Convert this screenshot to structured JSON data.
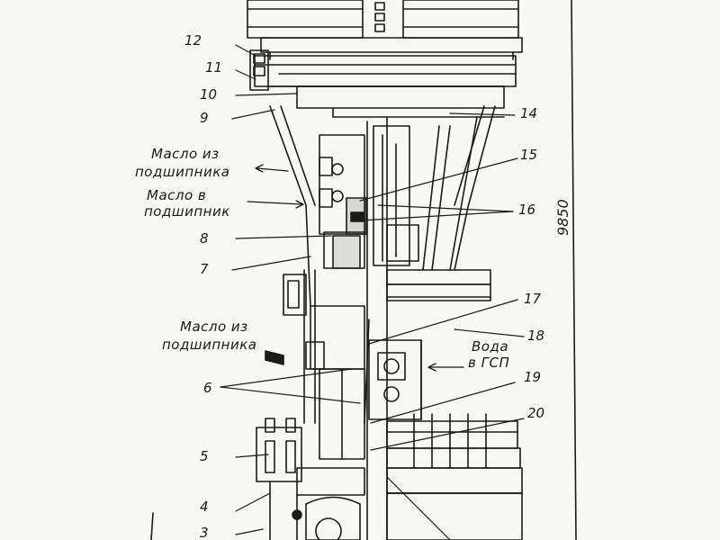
{
  "callouts": {
    "n1": "12",
    "n2": "11",
    "n3": "10",
    "n4": "9",
    "n5": "14",
    "n6": "15",
    "n7": "16",
    "n8": "8",
    "n9": "7",
    "n10": "17",
    "n11": "18",
    "n12": "6",
    "n13": "19",
    "n14": "20",
    "n15": "5",
    "n16": "4",
    "n17": "3"
  },
  "annotations": {
    "oil_out_top_1": "Масло из",
    "oil_out_top_2": "подшипника",
    "oil_in_1": "Масло в",
    "oil_in_2": "подшипник",
    "oil_out_bottom_1": "Масло из",
    "oil_out_bottom_2": "подшипника",
    "water_1": "Вода",
    "water_2": "в ГСП",
    "side_code": "9850"
  },
  "colors": {
    "ink": "#1a1a1a",
    "paper": "#f7f7f5"
  }
}
